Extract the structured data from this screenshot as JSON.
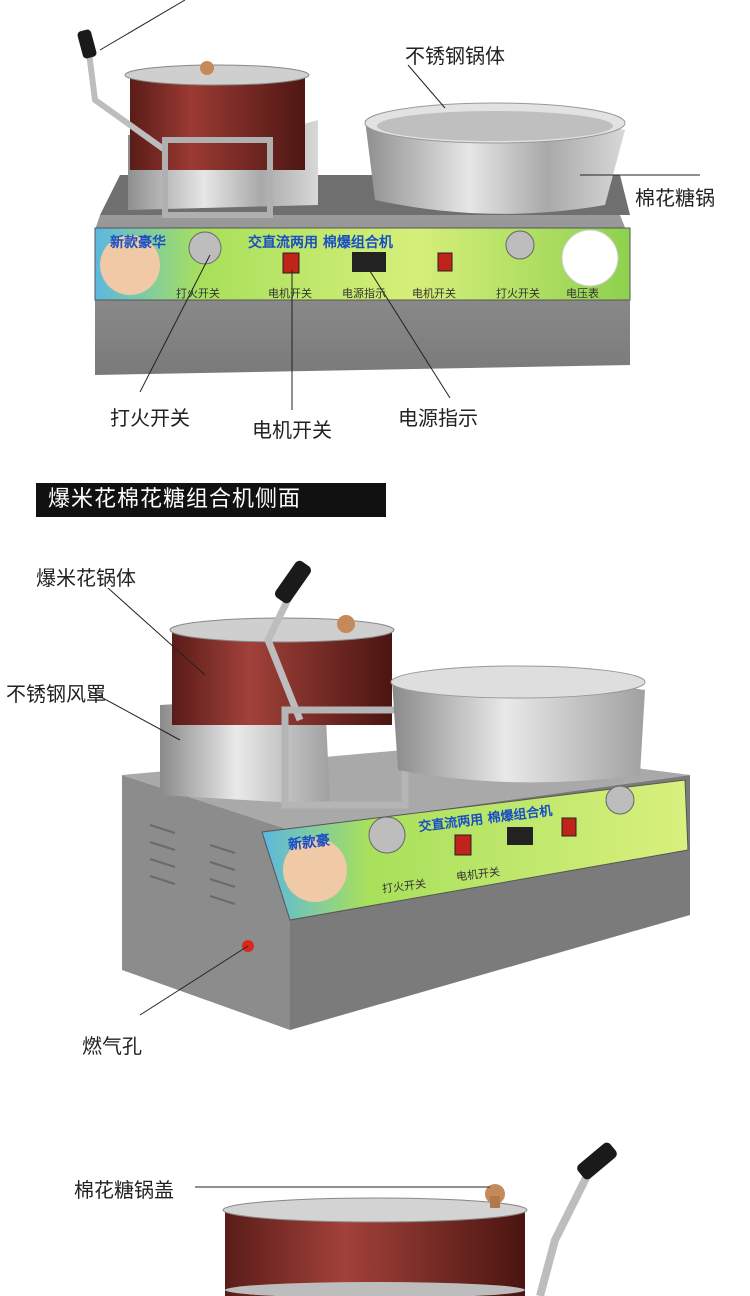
{
  "top_callouts": {
    "steel_body": "不锈钢锅体",
    "cotton_pot": "棉花糖锅",
    "ignition_switch": "打火开关",
    "motor_switch": "电机开关",
    "power_indicator": "电源指示"
  },
  "front_panel": {
    "banner_left": "新款豪华",
    "banner_main": "交直流两用 棉爆组合机",
    "labels": [
      "打火开关",
      "电机开关",
      "电源指示",
      "电机开关",
      "打火开关",
      "电压表"
    ],
    "side_banner_left": "新款豪",
    "side_banner_main": "交直流两用 棉爆组合机",
    "side_labels": [
      "打火开关",
      "电机开关"
    ]
  },
  "section_title": "爆米花棉花糖组合机侧面",
  "side_callouts": {
    "popcorn_pot": "爆米花锅体",
    "wind_shield": "不锈钢风罩",
    "gas_hole": "燃气孔"
  },
  "bottom_callouts": {
    "cotton_lid": "棉花糖锅盖"
  },
  "colors": {
    "pot_red": "#7a2a24",
    "steel": "#b8b8b8",
    "panel_green": "#8fd14f",
    "title_bg": "#111111"
  }
}
